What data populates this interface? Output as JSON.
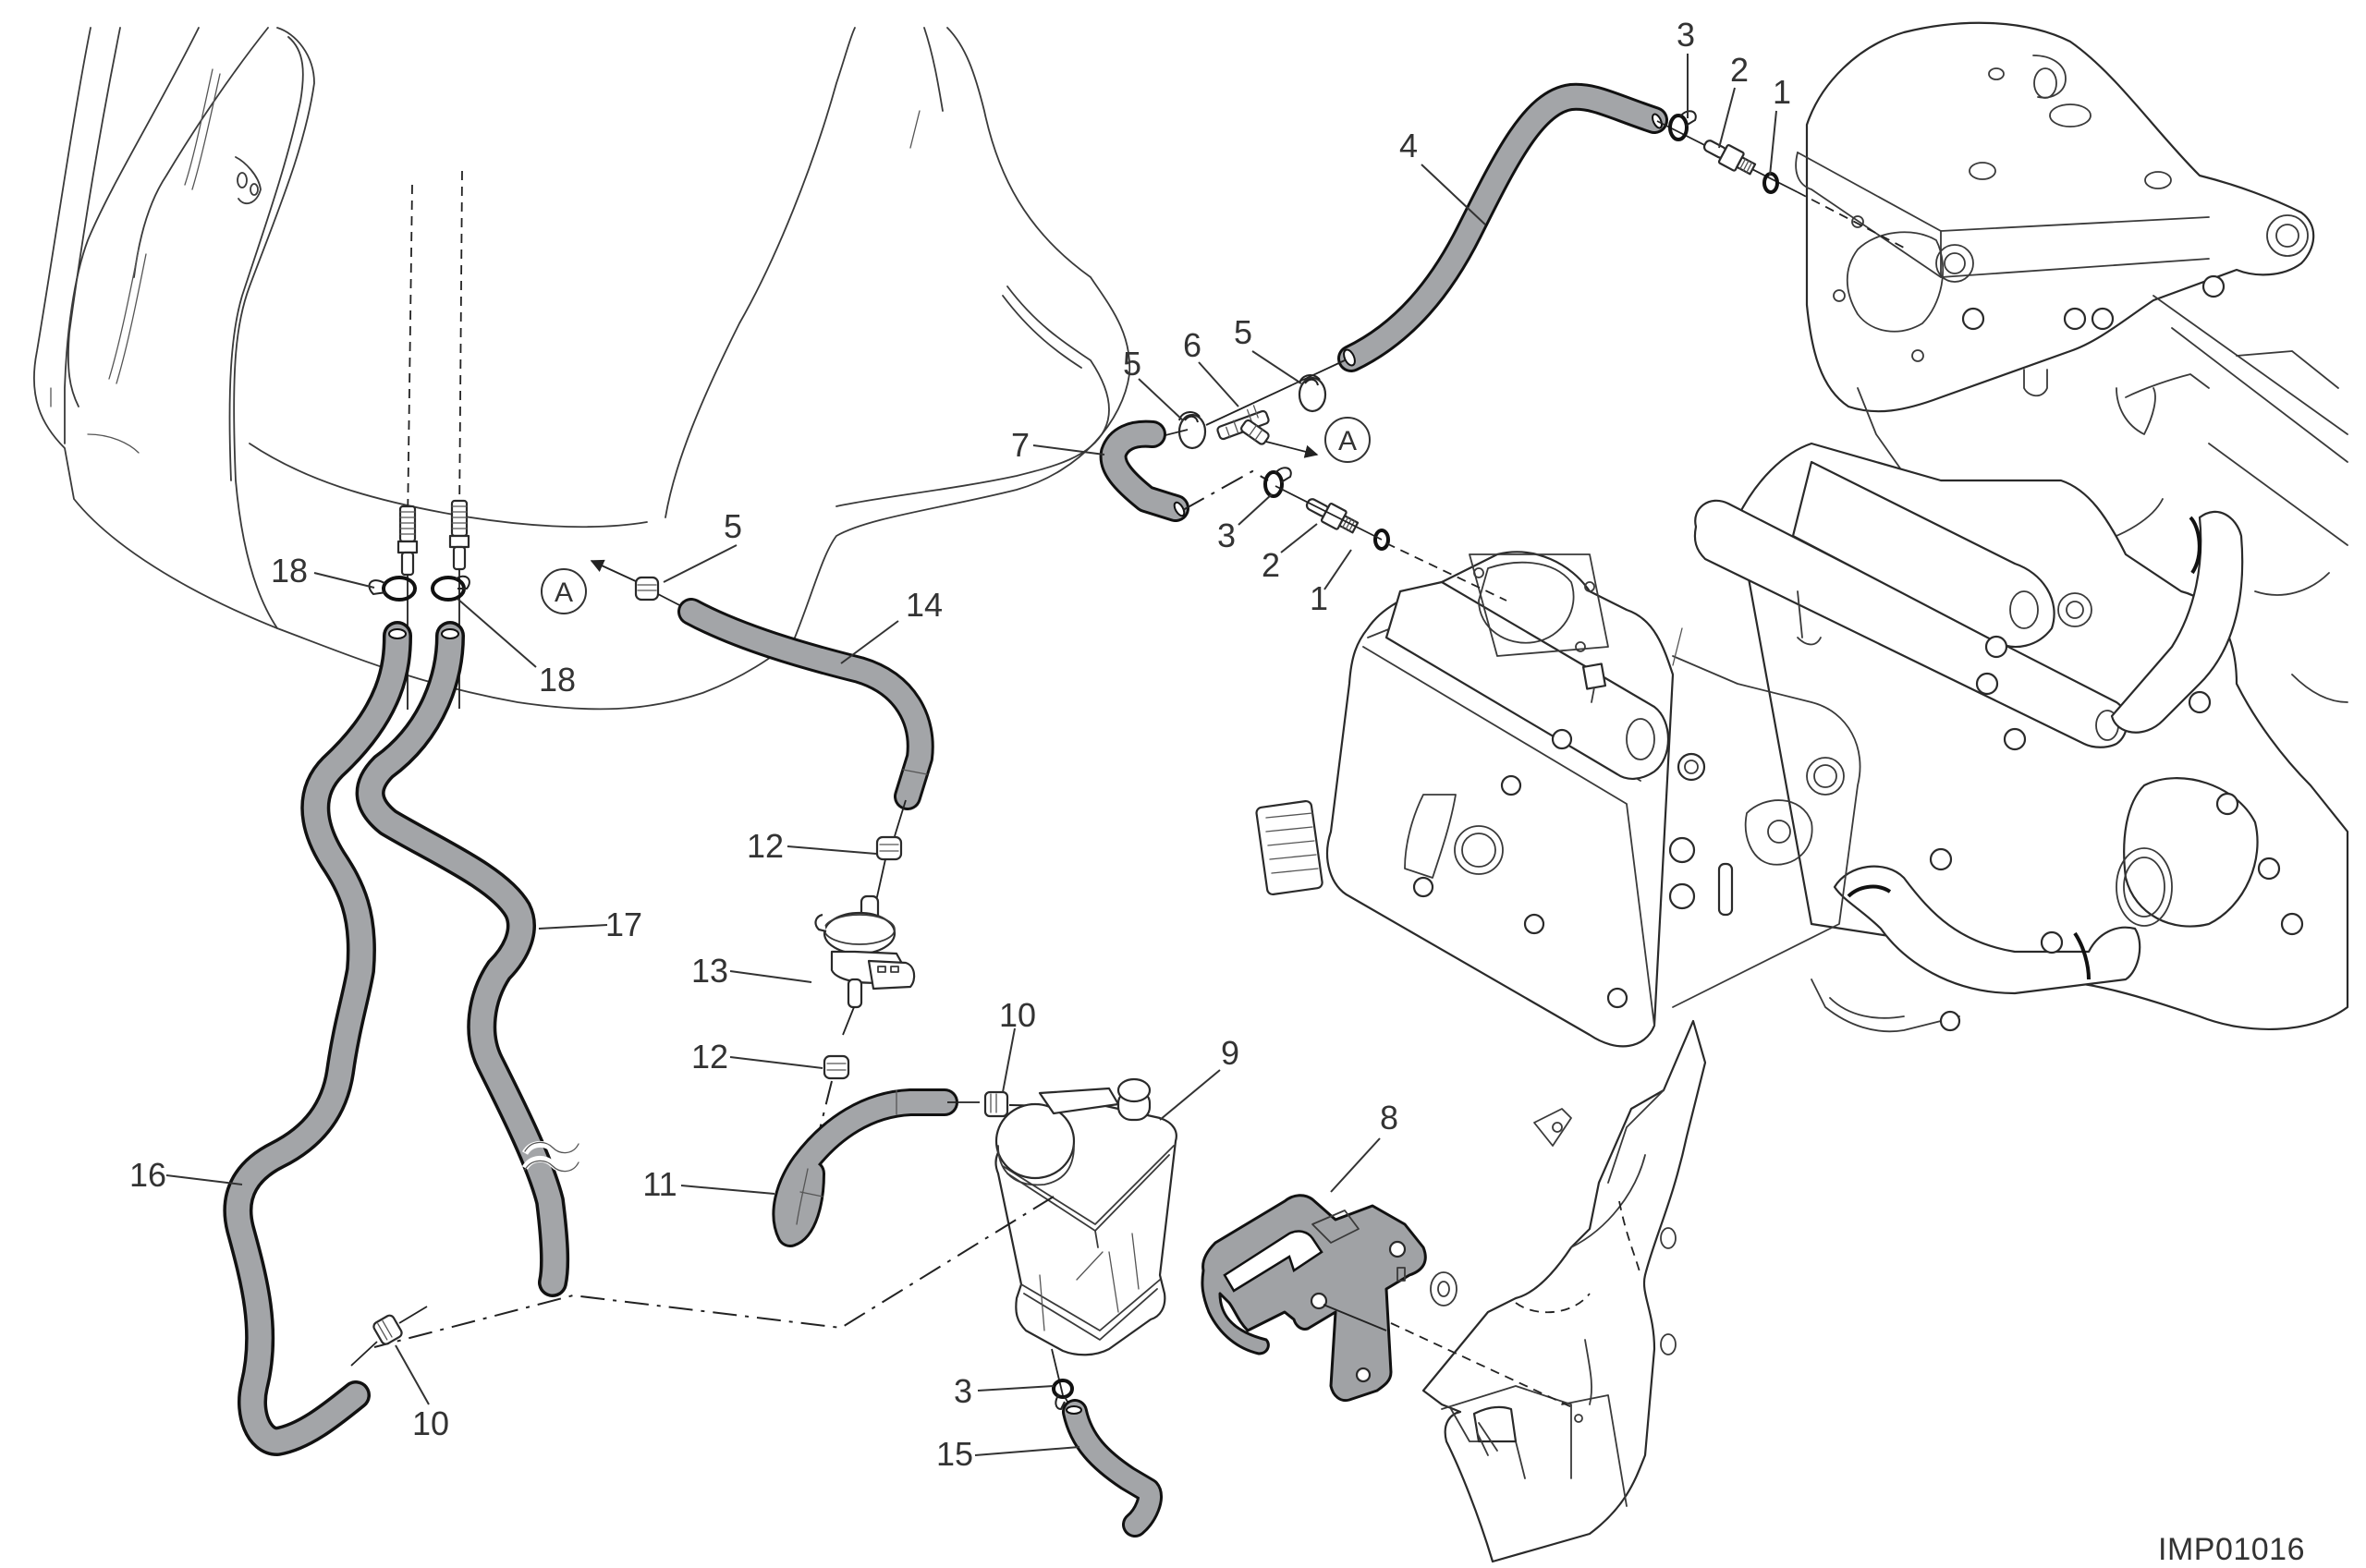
{
  "diagram": {
    "title": "Evaporative emission system – exploded parts view",
    "drawing_id": "IMP01016",
    "hose_color": "#a3a5a8",
    "line_color": "#333333",
    "reference_marker": "A",
    "callouts": [
      {
        "key": "c1_top",
        "label": "1",
        "part": "washer"
      },
      {
        "key": "c2_top",
        "label": "2",
        "part": "fitting"
      },
      {
        "key": "c3_top",
        "label": "3",
        "part": "hose-clamp"
      },
      {
        "key": "c4",
        "label": "4",
        "part": "hose"
      },
      {
        "key": "c5_right",
        "label": "5",
        "part": "hose-clamp"
      },
      {
        "key": "c6",
        "label": "6",
        "part": "t-fitting"
      },
      {
        "key": "c5_left",
        "label": "5",
        "part": "hose-clamp"
      },
      {
        "key": "c7",
        "label": "7",
        "part": "hose"
      },
      {
        "key": "c3_mid",
        "label": "3",
        "part": "hose-clamp"
      },
      {
        "key": "c2_mid",
        "label": "2",
        "part": "fitting"
      },
      {
        "key": "c1_mid",
        "label": "1",
        "part": "washer"
      },
      {
        "key": "c5_center",
        "label": "5",
        "part": "hose-clamp"
      },
      {
        "key": "c14",
        "label": "14",
        "part": "hose"
      },
      {
        "key": "c18_left",
        "label": "18",
        "part": "hose-clamp"
      },
      {
        "key": "c18_right",
        "label": "18",
        "part": "hose-clamp"
      },
      {
        "key": "c17",
        "label": "17",
        "part": "drain-hose"
      },
      {
        "key": "c16",
        "label": "16",
        "part": "drain-hose"
      },
      {
        "key": "c10_left",
        "label": "10",
        "part": "hose-clamp"
      },
      {
        "key": "c12_top",
        "label": "12",
        "part": "hose-clamp"
      },
      {
        "key": "c13",
        "label": "13",
        "part": "purge-valve"
      },
      {
        "key": "c12_bottom",
        "label": "12",
        "part": "hose-clamp"
      },
      {
        "key": "c11",
        "label": "11",
        "part": "hose"
      },
      {
        "key": "c10_right",
        "label": "10",
        "part": "hose-clamp"
      },
      {
        "key": "c9",
        "label": "9",
        "part": "canister"
      },
      {
        "key": "c8",
        "label": "8",
        "part": "canister-bracket"
      },
      {
        "key": "c3_bottom",
        "label": "3",
        "part": "hose-clamp"
      },
      {
        "key": "c15",
        "label": "15",
        "part": "hose"
      }
    ]
  }
}
